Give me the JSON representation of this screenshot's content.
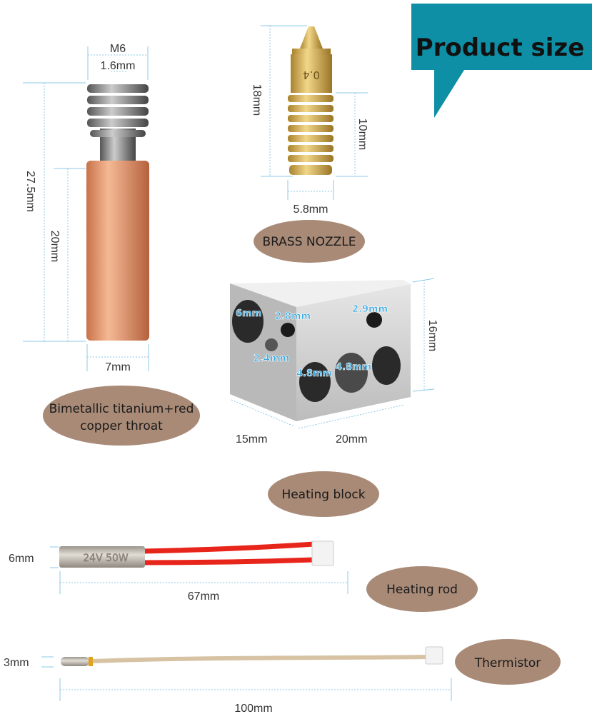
{
  "banner": {
    "title": "Product size",
    "color": "#0e8fa5"
  },
  "throat": {
    "top_thread": "M6",
    "bore": "1.6mm",
    "total_length": "27.5mm",
    "copper_length": "20mm",
    "diameter": "7mm",
    "label_line1": "Bimetallic titanium+red",
    "label_line2": "copper throat"
  },
  "nozzle": {
    "engraving": "0.4",
    "length": "18mm",
    "thread_length": "10mm",
    "width": "5.8mm",
    "label": "BRASS NOZZLE"
  },
  "block": {
    "hole1": "6mm",
    "hole2": "2.8mm",
    "hole3": "2.9mm",
    "hole4": "2.4mm",
    "hole5": "4.8mm",
    "hole6": "4.8mm",
    "height": "16mm",
    "depth": "15mm",
    "width": "20mm",
    "label": "Heating block"
  },
  "heating_rod": {
    "diameter": "6mm",
    "marking": "24V 50W",
    "length": "67mm",
    "label": "Heating rod"
  },
  "thermistor": {
    "diameter": "3mm",
    "length": "100mm",
    "label": "Thermistor"
  },
  "colors": {
    "pill": "#a88a77",
    "dimension_line": "#8ec9ea",
    "dimension_text_blue": "#3aa9e0"
  }
}
